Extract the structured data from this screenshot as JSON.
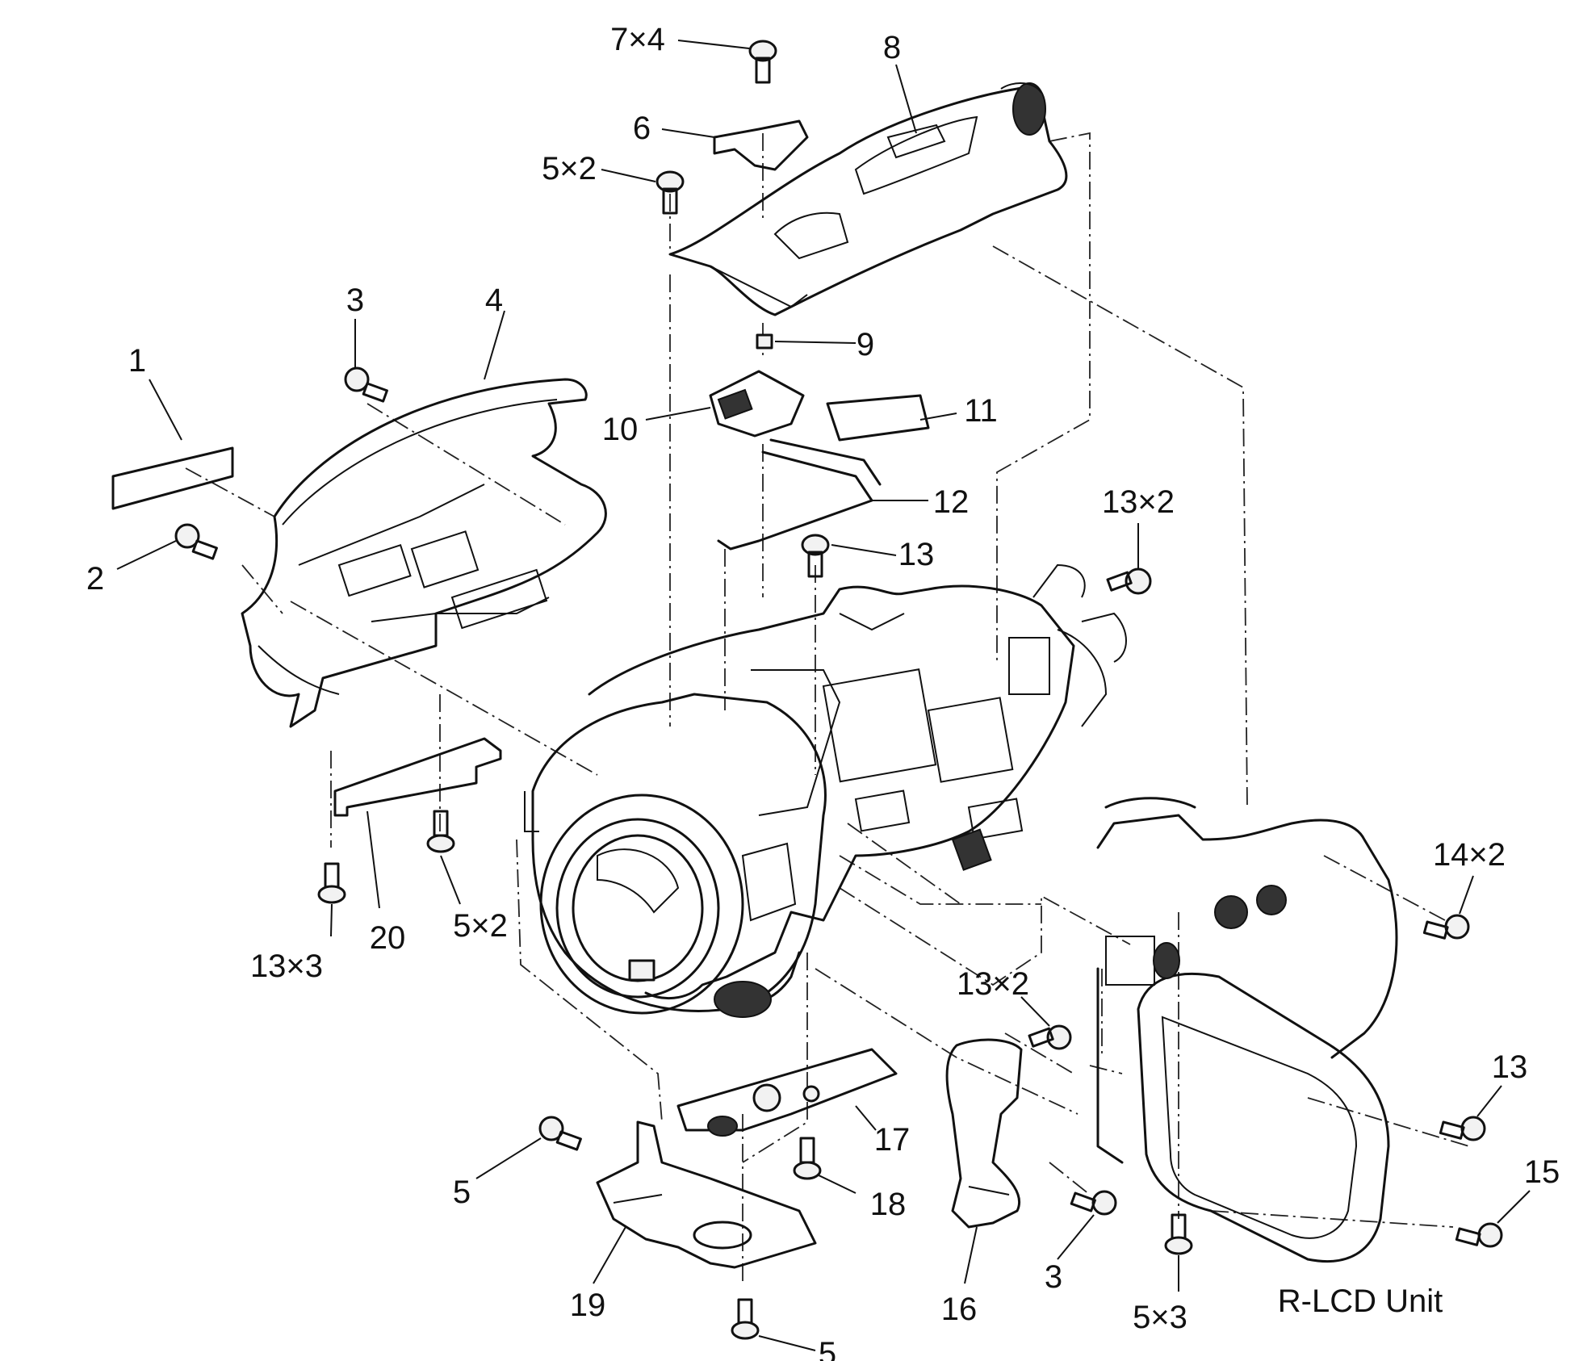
{
  "labels": {
    "p1": "1",
    "p2": "2",
    "p3_top": "3",
    "p4": "4",
    "p5x2_top": "5×2",
    "p6": "6",
    "p7x4": "7×4",
    "p8": "8",
    "p9": "9",
    "p10": "10",
    "p11": "11",
    "p12": "12",
    "p13_mid": "13",
    "p13x2_right": "13×2",
    "p13x3": "13×3",
    "p20": "20",
    "p5x2_bottom": "5×2",
    "p14x2": "14×2",
    "p13x2_lower": "13×2",
    "p13_right": "13",
    "p15": "15",
    "p17": "17",
    "p18": "18",
    "p5_left": "5",
    "p19": "19",
    "p5_bottom": "5",
    "p16": "16",
    "p3_bottom": "3",
    "p5x3": "5×3",
    "r_lcd_unit": "R-LCD Unit"
  }
}
